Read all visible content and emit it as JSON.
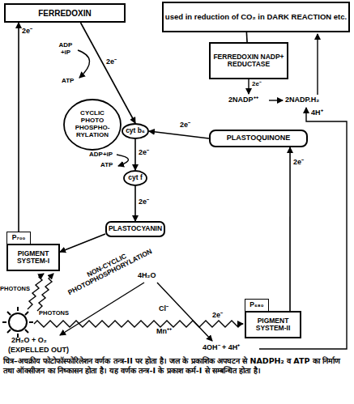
{
  "diagram": {
    "caption": "चित्र–अचक्रीय फोटोफॉस्फोरिलेशन वर्णक तन्त्र-II पर होता है। जल के प्रकाशिक अपघटन से NADPH₂ व ATP का निर्माण तथा ऑक्सीजन का निष्कासन होता है। यह वर्णक तन्त्र-I के प्रकाश कर्म-I से सम्बन्धित होता है।",
    "nodes": [
      {
        "text": [
          "FERREDOXIN"
        ]
      },
      {
        "text": [
          "used in reduction of CO₂ in DARK REACTION etc."
        ]
      },
      {
        "text": [
          "FERREDOXIN NADP+ REDUCTASE"
        ]
      },
      {
        "text": [
          "CYCLIC PHOTO PHOSPHO- RYLATION"
        ]
      },
      {
        "text": [
          "cyt b₆"
        ]
      },
      {
        "text": [
          "PLASTOQUINONE"
        ]
      },
      {
        "text": [
          "cyt f"
        ]
      },
      {
        "text": [
          "PLASTOCYANIN"
        ]
      },
      {
        "text": [
          "P₇₀₀"
        ]
      },
      {
        "text": [
          "PIGMENT SYSTEM-I"
        ]
      },
      {
        "text": [
          "P₆₈₀"
        ]
      },
      {
        "text": [
          "PIGMENT SYSTEM-II"
        ]
      }
    ],
    "edges": [
      {
        "from": 8,
        "to": 0,
        "arrow": "to",
        "label": "2e⁻"
      },
      {
        "from": 0,
        "to": 4,
        "arrow": "to",
        "label": "2e⁻"
      },
      {
        "from": 4,
        "to": 6,
        "arrow": "to",
        "label": "2e⁻"
      },
      {
        "from": 6,
        "to": 7,
        "arrow": "to",
        "label": "2e⁻"
      },
      {
        "from": 7,
        "to": 9,
        "arrow": "to"
      },
      {
        "from": 5,
        "to": 4,
        "arrow": "to",
        "label": "2e⁻"
      },
      {
        "from": 11,
        "to": 5,
        "arrow": "to",
        "label": "2e⁻"
      },
      {
        "from": 1,
        "to": 2,
        "arrow": "none"
      }
    ],
    "labels": [
      "2e⁻",
      "2NADP⁺⁺",
      "2NADP.H₂",
      "4H⁺",
      "ADP +iP",
      "ATP",
      "ADP+iP",
      "ATP",
      "NON-CYCLIC PHOTOPHOSPHORYLATION",
      "PHOTONS",
      "PHOTONS",
      "4H₂O",
      "Cl⁻",
      "Mn⁺⁺",
      "2e⁻",
      "2H₂O + O₂",
      "(EXPELLED OUT)",
      "4OH⁻ + 4H⁺"
    ]
  }
}
